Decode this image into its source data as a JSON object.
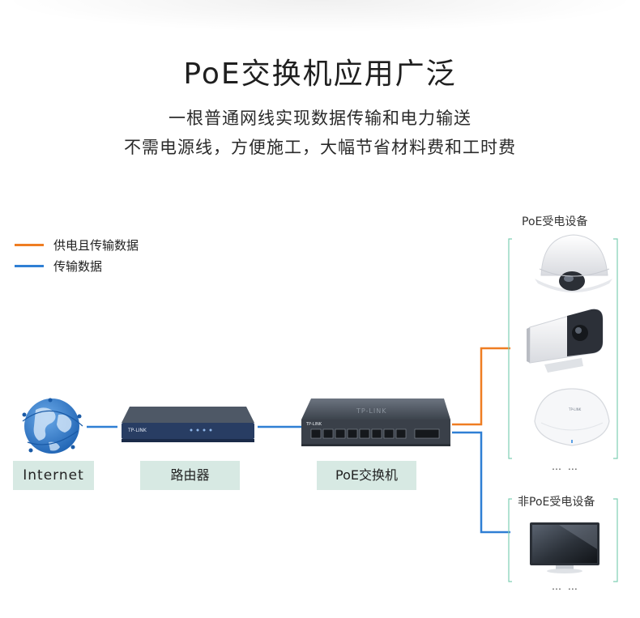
{
  "header": {
    "title": "PoE交换机应用广泛",
    "subtitle_line1": "一根普通网线实现数据传输和电力输送",
    "subtitle_line2": "不需电源线，方便施工，大幅节省材料费和工时费"
  },
  "legend": [
    {
      "label": "供电且传输数据",
      "color": "#ef7d22"
    },
    {
      "label": "传输数据",
      "color": "#2f7fd4"
    }
  ],
  "nodes": {
    "internet": "Internet",
    "router": "路由器",
    "switch": "PoE交换机"
  },
  "device_brand": "TP-LINK",
  "poe_group": {
    "title": "PoE受电设备",
    "more": "… …"
  },
  "non_poe_group": {
    "title": "非PoE受电设备",
    "more": "… …"
  },
  "colors": {
    "power_line": "#ef7d22",
    "data_line": "#2f7fd4",
    "label_bg": "#d7e9e3",
    "bracket": "#7fcfb4"
  },
  "icons": [
    "globe-icon",
    "router-icon",
    "switch-icon",
    "dome-camera-icon",
    "bullet-camera-icon",
    "access-point-icon",
    "monitor-icon"
  ]
}
